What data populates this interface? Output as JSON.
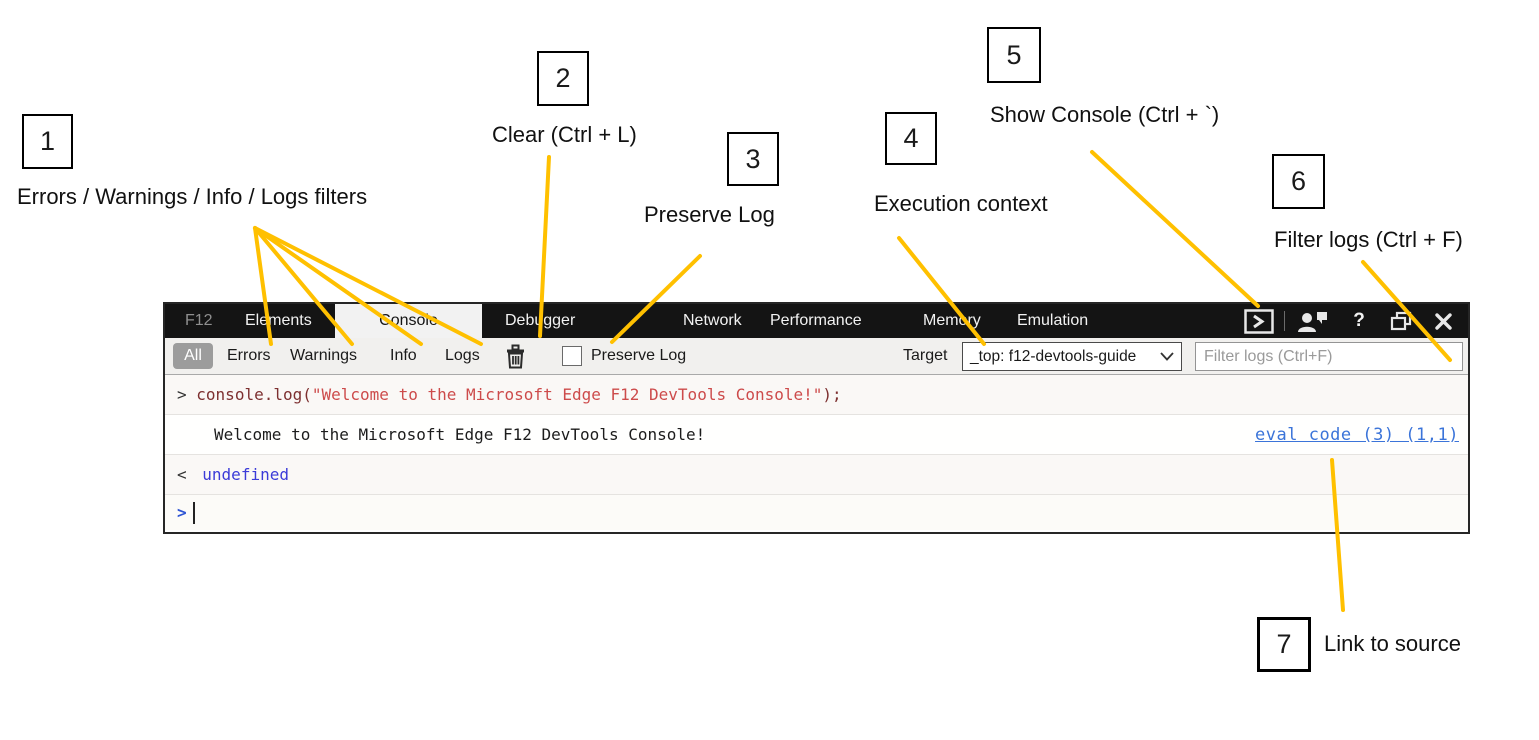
{
  "annotations": {
    "line_color": "#FFC000",
    "items": [
      {
        "number": "1",
        "label": "Errors / Warnings / Info / Logs filters"
      },
      {
        "number": "2",
        "label": "Clear (Ctrl + L)"
      },
      {
        "number": "3",
        "label": "Preserve Log"
      },
      {
        "number": "4",
        "label": "Execution context"
      },
      {
        "number": "5",
        "label": "Show Console (Ctrl + `)"
      },
      {
        "number": "6",
        "label": "Filter logs (Ctrl + F)"
      },
      {
        "number": "7",
        "label": "Link to source"
      }
    ]
  },
  "devtools": {
    "tabs": [
      "F12",
      "Elements",
      "Console",
      "Debugger",
      "Network",
      "Performance",
      "Memory",
      "Emulation"
    ],
    "titlebar": {
      "help_label": "?",
      "icons": [
        "show-console-icon",
        "feedback-person-icon",
        "help-icon",
        "unpin-window-icon",
        "close-icon"
      ]
    },
    "toolbar": {
      "filters": [
        "All",
        "Errors",
        "Warnings",
        "Info",
        "Logs"
      ],
      "preserve_log_label": "Preserve Log",
      "preserve_log_checked": false,
      "target_label": "Target",
      "target_value": "_top: f12-devtools-guide",
      "filter_placeholder": "Filter logs (Ctrl+F)"
    },
    "console": {
      "input_echo": {
        "prompt": ">",
        "code_prefix": "console.log(",
        "string_arg": "\"Welcome to the Microsoft Edge F12 DevTools Console!\"",
        "code_suffix": ");"
      },
      "output": {
        "text": "Welcome to the Microsoft Edge F12 DevTools Console!",
        "source_link": "eval code (3) (1,1)"
      },
      "result": {
        "prompt": "<",
        "value": "undefined"
      },
      "input_prompt": ">"
    },
    "colors": {
      "tabbar_bg": "#141414",
      "active_tab_bg": "#f2f2f2",
      "toolbar_bg": "#f1f0ee",
      "code_function": "#7d3030",
      "code_string": "#cd4b4b",
      "link_blue": "#3b74d9",
      "result_blue": "#3b3bd8",
      "all_pill_bg": "#9c9c9c"
    }
  }
}
